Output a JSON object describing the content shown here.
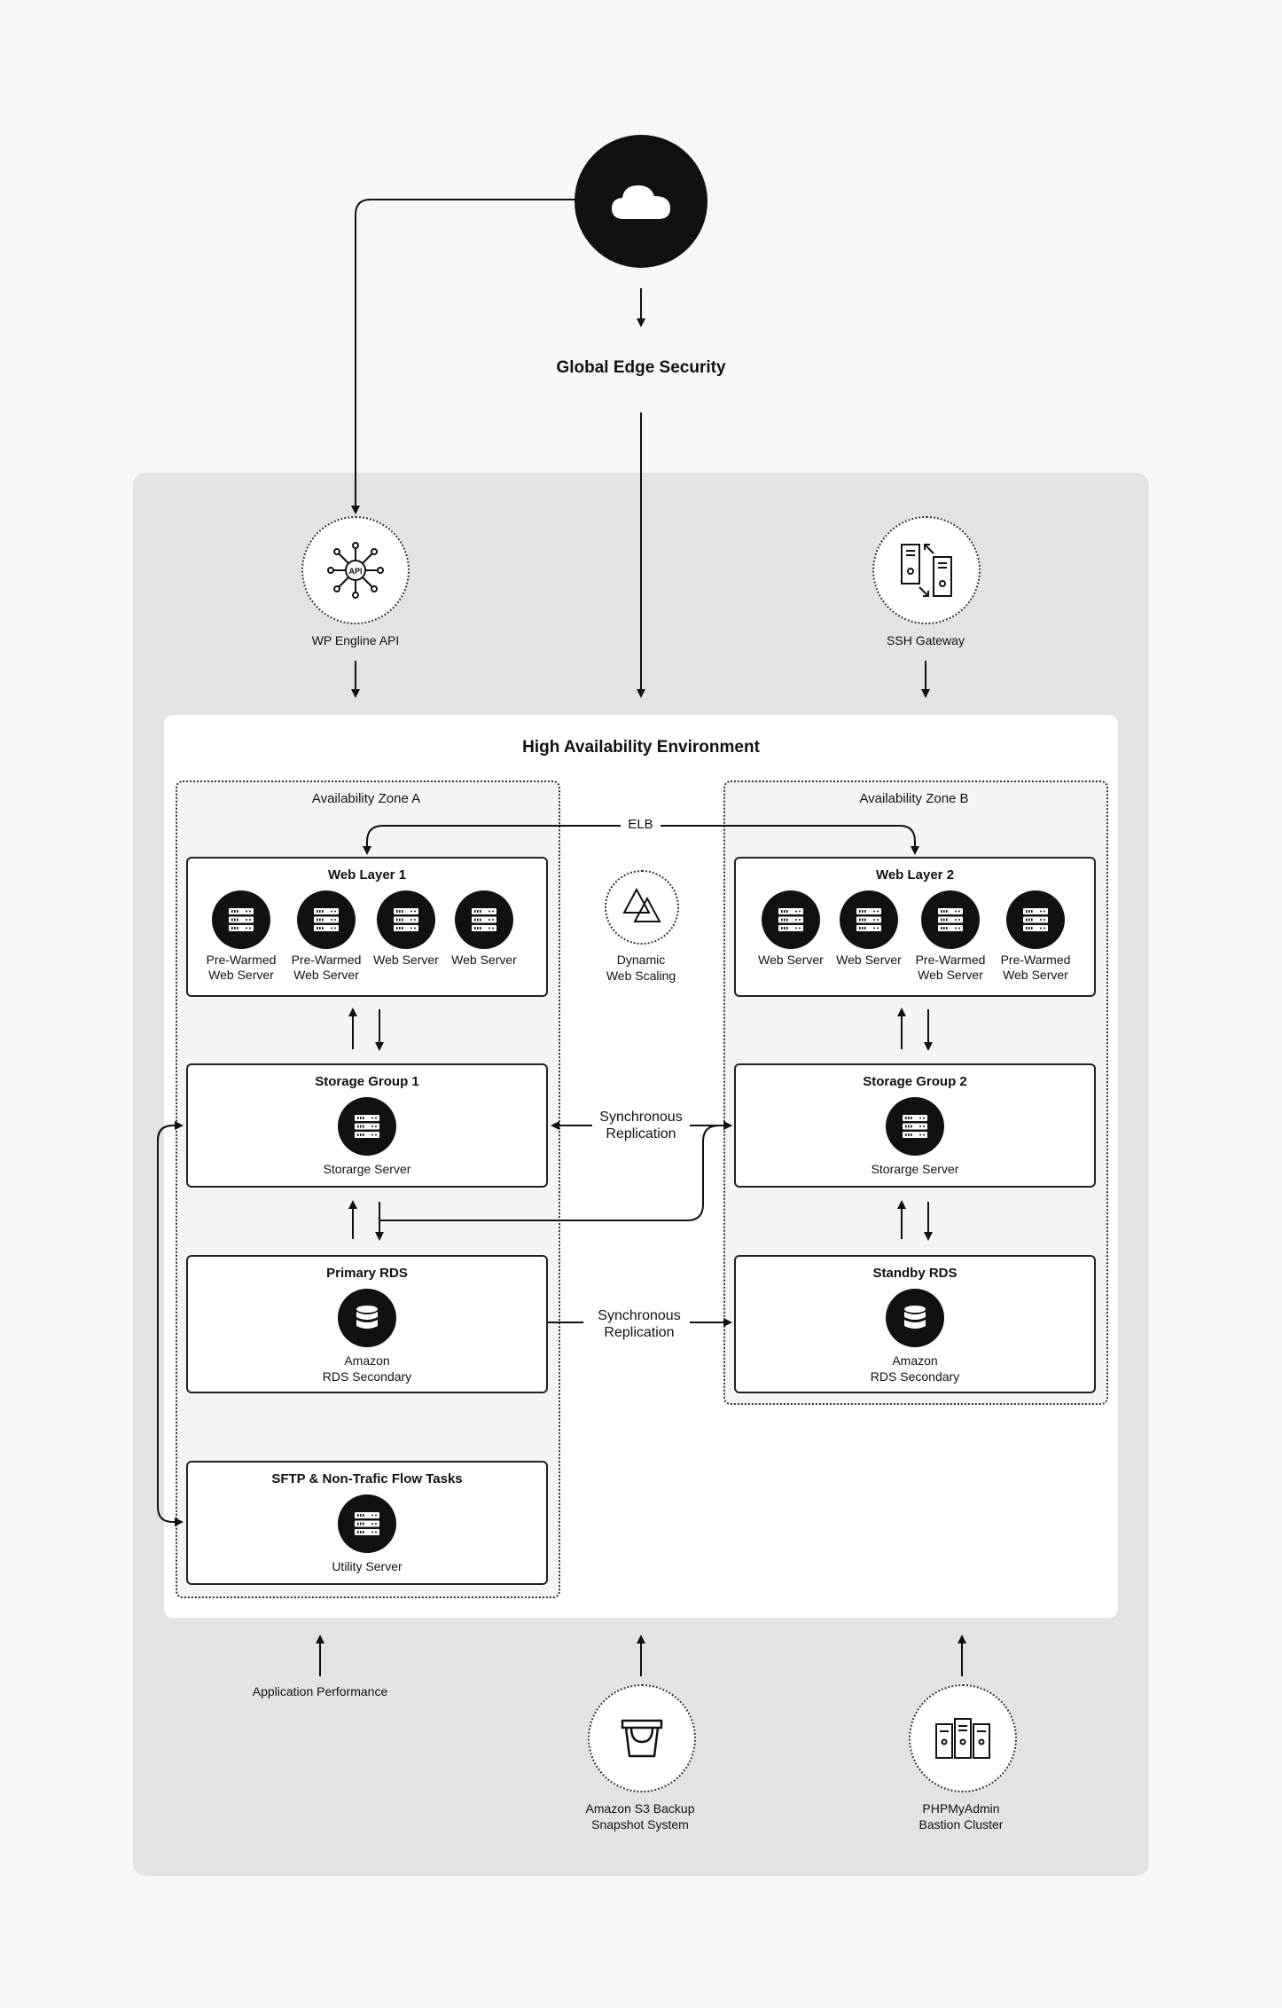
{
  "cloud_node": {
    "icon": "cloud-icon"
  },
  "edge_security": {
    "label": "Global Edge Security"
  },
  "wp_api": {
    "label": "WP Engline API",
    "icon": "api-hub-icon"
  },
  "ssh_gateway": {
    "label": "SSH Gateway",
    "icon": "servers-transfer-icon"
  },
  "environment": {
    "title": "High Availability Environment"
  },
  "zone_a": {
    "title": "Availability Zone A",
    "web_layer": {
      "title": "Web Layer 1",
      "servers": [
        "Pre-Warmed\nWeb Server",
        "Pre-Warmed\nWeb Server",
        "Web Server",
        "Web Server"
      ]
    },
    "storage": {
      "title": "Storage Group 1",
      "server": "Storarge Server"
    },
    "rds": {
      "title": "Primary RDS",
      "server": "Amazon\nRDS Secondary"
    },
    "utility": {
      "title": "SFTP & Non-Trafic Flow Tasks",
      "server": "Utility Server"
    }
  },
  "zone_b": {
    "title": "Availability Zone B",
    "web_layer": {
      "title": "Web Layer 2",
      "servers": [
        "Web Server",
        "Web Server",
        "Pre-Warmed\nWeb Server",
        "Pre-Warmed\nWeb Server"
      ]
    },
    "storage": {
      "title": "Storage Group 2",
      "server": "Storarge Server"
    },
    "rds": {
      "title": "Standby RDS",
      "server": "Amazon\nRDS Secondary"
    }
  },
  "elb": {
    "label": "ELB"
  },
  "dynamic_scaling": {
    "label": "Dynamic\nWeb Scaling",
    "icon": "triangles-icon"
  },
  "sync_storage": {
    "label": "Synchronous\nReplication"
  },
  "sync_rds": {
    "label": "Synchronous\nReplication"
  },
  "app_performance": {
    "label": "Application Performance"
  },
  "s3_backup": {
    "label": "Amazon S3 Backup\nSnapshot System",
    "icon": "bucket-icon"
  },
  "phpmyadmin": {
    "label": "PHPMyAdmin\nBastion Cluster",
    "icon": "server-cluster-icon"
  }
}
